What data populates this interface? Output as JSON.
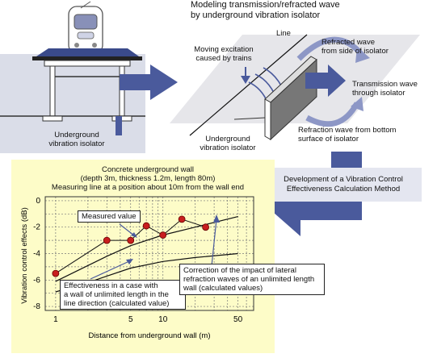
{
  "header": {
    "line1": "Modeling transmission/refracted wave",
    "line2": "by underground vibration isolator"
  },
  "left_panel": {
    "label_line1": "Underground",
    "label_line2": "vibration isolator"
  },
  "model": {
    "line_label": "Line",
    "moving_excitation_1": "Moving excitation",
    "moving_excitation_2": "caused by trains",
    "refracted_side_1": "Refracted wave",
    "refracted_side_2": "from side of isolator",
    "transmission_1": "Transmission wave",
    "transmission_2": "through isolator",
    "isolator_1": "Underground",
    "isolator_2": "vibration isolator",
    "refraction_bottom_1": "Refraction wave from bottom",
    "refraction_bottom_2": "surface of isolator"
  },
  "method_box": {
    "line1": "Development of a Vibration Control",
    "line2": "Effectiveness Calculation Method"
  },
  "chart_header": {
    "line1": "Concrete underground wall",
    "line2": "(depth 3m, thickness 1.2m, length 80m)",
    "line3": "Measuring line at a position about 10m from the wall end"
  },
  "annotations": {
    "measured": "Measured value",
    "unlimited_1": "Effectiveness in a case with",
    "unlimited_2": "a wall of unlimited length in the",
    "unlimited_3": "line direction (calculated value)",
    "correction_1": "Correction of the impact of lateral",
    "correction_2": "refraction waves of an unlimited length",
    "correction_3": "wall (calculated values)"
  },
  "colors": {
    "arrow_blue": "#4a5a9c",
    "chart_bg": "#fdfcc8",
    "marker_red": "#c81e1e",
    "plane_gray": "#e6e6ea"
  },
  "chart_data": {
    "type": "scatter",
    "xlabel": "Distance from underground wall (m)",
    "ylabel": "Vibration control effects (dB)",
    "x_scale": "log",
    "xlim": [
      0.8,
      70
    ],
    "ylim": [
      -8.3,
      0.3
    ],
    "x_ticks": [
      1,
      5,
      10,
      50
    ],
    "y_ticks": [
      0,
      -2,
      -4,
      -6,
      -8
    ],
    "grid": true,
    "series": [
      {
        "name": "Measured value",
        "kind": "markers",
        "x": [
          1,
          3,
          5,
          7,
          10,
          15,
          25
        ],
        "y": [
          -5.5,
          -3.0,
          -3.0,
          -1.9,
          -2.6,
          -1.4,
          -2.0
        ]
      },
      {
        "name": "Effectiveness in a case with a wall of unlimited length in the line direction (calculated value)",
        "kind": "line",
        "x": [
          1,
          2,
          3,
          5,
          10,
          20,
          50
        ],
        "y": [
          -6.9,
          -6.2,
          -5.7,
          -5.1,
          -4.6,
          -4.3,
          -4.0
        ]
      },
      {
        "name": "Correction of the impact of lateral refraction waves of an unlimited length wall (calculated values)",
        "kind": "line",
        "x": [
          1,
          2,
          3,
          5,
          10,
          20,
          50
        ],
        "y": [
          -6.1,
          -4.9,
          -4.2,
          -3.4,
          -2.6,
          -2.0,
          -1.2
        ]
      }
    ]
  }
}
